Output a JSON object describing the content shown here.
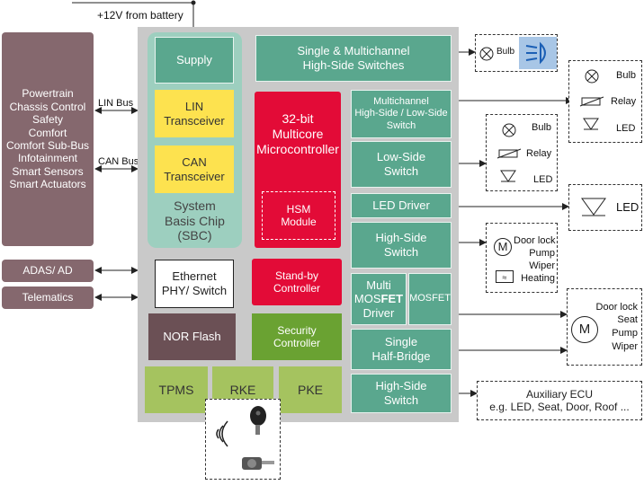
{
  "battery": {
    "label": "+12V from battery"
  },
  "left_panel": {
    "items": [
      "Powertrain",
      "Chassis Control",
      "Safety",
      "Comfort",
      "Comfort Sub-Bus",
      "Infotainment",
      "Smart Sensors",
      "Smart Actuators"
    ],
    "adas": "ADAS/ AD",
    "telematics": "Telematics"
  },
  "buses": {
    "lin": "LIN Bus",
    "can": "CAN Bus"
  },
  "sbc": {
    "supply": "Supply",
    "lin_transceiver": "LIN\nTransceiver",
    "can_transceiver": "CAN\nTransceiver",
    "label": "System\nBasis Chip\n(SBC)"
  },
  "mcu": {
    "label": "32-bit\nMulticore\nMicrocontroller",
    "hsm": "HSM\nModule"
  },
  "ethernet": "Ethernet\nPHY/ Switch",
  "nor_flash": "NOR Flash",
  "standby": "Stand-by\nController",
  "security": "Security\nController",
  "bottom_row": {
    "tpms": "TPMS",
    "rke": "RKE",
    "pke": "PKE"
  },
  "right_blocks": {
    "single_multi_hs": "Single & Multichannel\nHigh-Side Switches",
    "multi_hs_ls": "Multichannel\nHigh-Side / Low-Side\nSwitch",
    "low_side": "Low-Side\nSwitch",
    "led_driver": "LED  Driver",
    "high_side_1": "High-Side\nSwitch",
    "multi_mosfet_driver_pre": "Multi\nMOS",
    "multi_mosfet_driver_bold": "FET",
    "multi_mosfet_driver_post": "\nDriver",
    "mosfet": "MOSFET",
    "single_half_bridge": "Single\nHalf-Bridge",
    "high_side_2": "High-Side\nSwitch"
  },
  "loads": {
    "bulb_top": "Bulb",
    "group1": {
      "bulb": "Bulb",
      "relay": "Relay",
      "led": "LED"
    },
    "group2": {
      "bulb": "Bulb",
      "relay": "Relay",
      "led": "LED"
    },
    "led_single": "LED",
    "motor_group1": {
      "motor_letter": "M",
      "items": [
        "Door lock",
        "Pump",
        "Wiper",
        "Heating"
      ]
    },
    "motor_group2": {
      "motor_letter": "M",
      "items": [
        "Door lock",
        "Seat",
        "Pump",
        "Wiper"
      ]
    },
    "aux_ecu": {
      "title": "Auxiliary ECU",
      "detail": "e.g. LED, Seat, Door, Roof ..."
    }
  }
}
